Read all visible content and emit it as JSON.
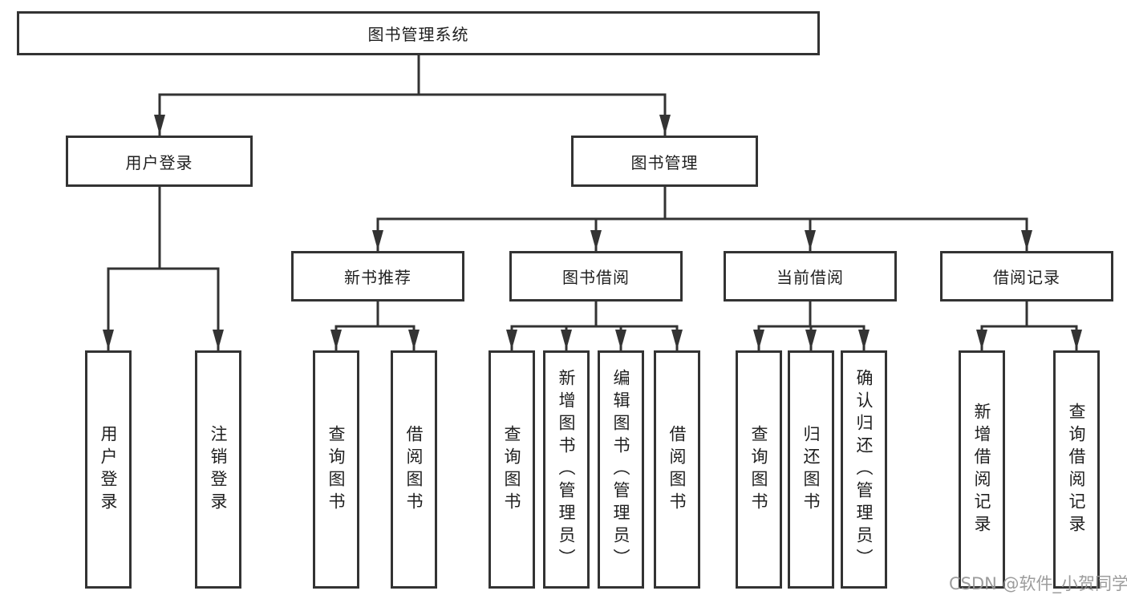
{
  "colors": {
    "line": "#333333",
    "text": "#1f1f1f",
    "box_background": "#ffffff",
    "watermark": "#949494"
  },
  "watermark": {
    "text": "CSDN @软件_小贺同学"
  },
  "tree": {
    "root": {
      "label": "图书管理系统"
    },
    "branches": [
      {
        "label": "用户登录",
        "children": [
          {
            "label": "用户登录"
          },
          {
            "label": "注销登录"
          }
        ]
      },
      {
        "label": "图书管理",
        "children": [
          {
            "label": "新书推荐",
            "children": [
              {
                "label": "查询图书"
              },
              {
                "label": "借阅图书"
              }
            ]
          },
          {
            "label": "图书借阅",
            "children": [
              {
                "label": "查询图书"
              },
              {
                "label": "新增图书（管理员）"
              },
              {
                "label": "编辑图书（管理员）"
              },
              {
                "label": "借阅图书"
              }
            ]
          },
          {
            "label": "当前借阅",
            "children": [
              {
                "label": "查询图书"
              },
              {
                "label": "归还图书"
              },
              {
                "label": "确认归还（管理员）"
              }
            ]
          },
          {
            "label": "借阅记录",
            "children": [
              {
                "label": "新增借阅记录"
              },
              {
                "label": "查询借阅记录"
              }
            ]
          }
        ]
      }
    ]
  }
}
